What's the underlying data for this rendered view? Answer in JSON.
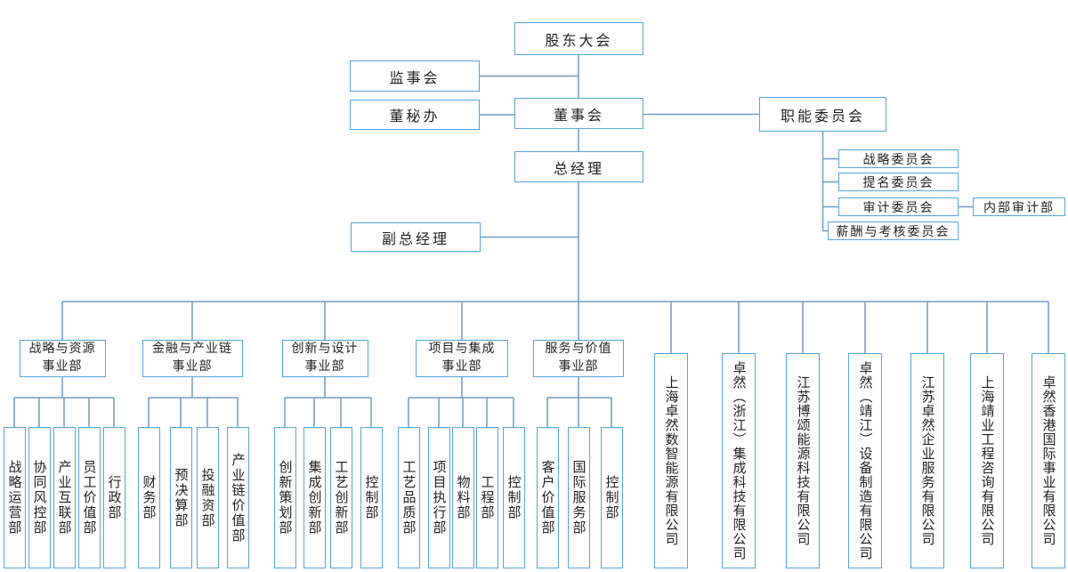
{
  "chart": {
    "nodes": {
      "shareholders_meeting": "股东大会",
      "supervisory_board": "监事会",
      "board_secretary_office": "董秘办",
      "board_of_directors": "董事会",
      "functional_committees": "职能委员会",
      "general_manager": "总经理",
      "deputy_general_manager": "副总经理",
      "internal_audit_dept": "内部审计部"
    },
    "committees": [
      "战略委员会",
      "提名委员会",
      "审计委员会",
      "薪酬与考核委员会"
    ],
    "divisions": [
      {
        "name": "战略与资源\n事业部",
        "departments": [
          "战略运营部",
          "协同风控部",
          "产业互联部",
          "员工价值部",
          "行政部"
        ]
      },
      {
        "name": "金融与产业链\n事业部",
        "departments": [
          "财务部",
          "预决算部",
          "投融资部",
          "产业链价值部"
        ]
      },
      {
        "name": "创新与设计\n事业部",
        "departments": [
          "创新策划部",
          "集成创新部",
          "工艺创新部",
          "控制部"
        ]
      },
      {
        "name": "项目与集成\n事业部",
        "departments": [
          "工艺品质部",
          "项目执行部",
          "物料部",
          "工程部",
          "控制部"
        ]
      },
      {
        "name": "服务与价值\n事业部",
        "departments": [
          "客户价值部",
          "国际服务部",
          "控制部"
        ]
      }
    ],
    "companies": [
      "上海卓然数智能源有限公司",
      "卓然（浙江）集成科技有限公司",
      "江苏博颂能源科技有限公司",
      "卓然（靖江）设备制造有限公司",
      "江苏卓然企业服务有限公司",
      "上海靖业工程咨询有限公司",
      "卓然香港国际事业有限公司"
    ],
    "colors": {
      "box_border": "#54a3da",
      "connector_line": "#7199c1",
      "text": "#1f1f1f",
      "background": "#ffffff"
    }
  }
}
